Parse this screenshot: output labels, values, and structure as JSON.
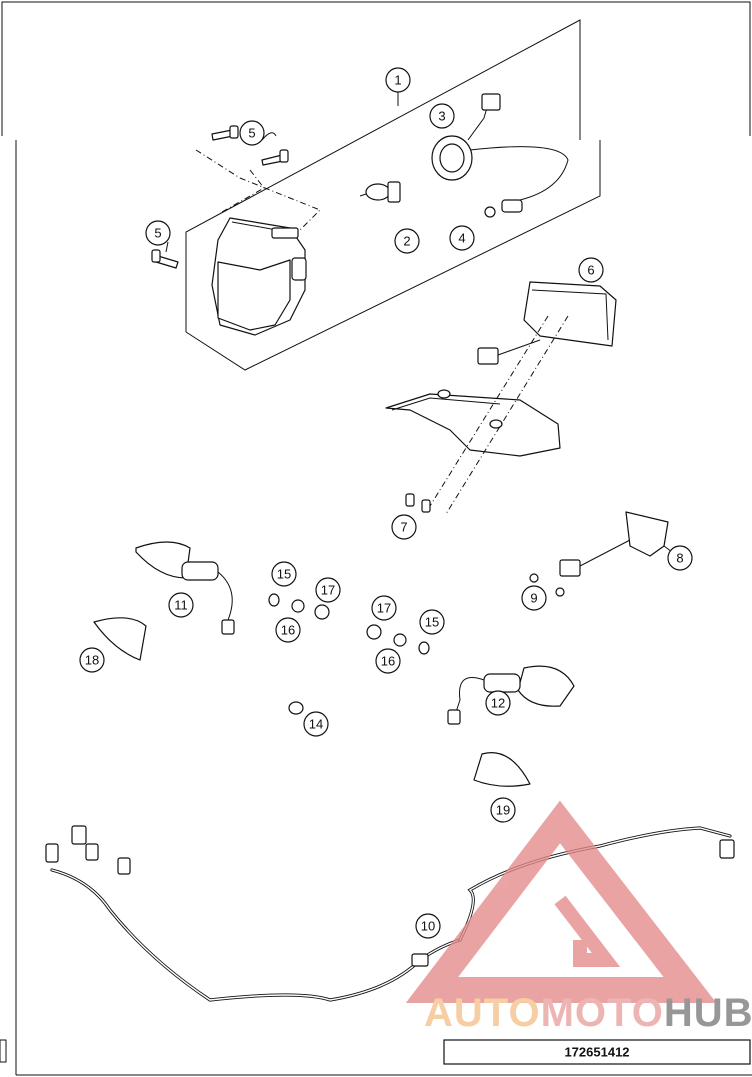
{
  "callouts": [
    {
      "id": "1",
      "label": "1"
    },
    {
      "id": "2",
      "label": "2"
    },
    {
      "id": "3",
      "label": "3"
    },
    {
      "id": "4",
      "label": "4"
    },
    {
      "id": "5a",
      "label": "5"
    },
    {
      "id": "5b",
      "label": "5"
    },
    {
      "id": "6",
      "label": "6"
    },
    {
      "id": "7",
      "label": "7"
    },
    {
      "id": "8",
      "label": "8"
    },
    {
      "id": "9",
      "label": "9"
    },
    {
      "id": "10",
      "label": "10"
    },
    {
      "id": "11",
      "label": "11"
    },
    {
      "id": "12",
      "label": "12"
    },
    {
      "id": "14",
      "label": "14"
    },
    {
      "id": "15a",
      "label": "15"
    },
    {
      "id": "15b",
      "label": "15"
    },
    {
      "id": "16a",
      "label": "16"
    },
    {
      "id": "16b",
      "label": "16"
    },
    {
      "id": "17a",
      "label": "17"
    },
    {
      "id": "17b",
      "label": "17"
    },
    {
      "id": "18",
      "label": "18"
    },
    {
      "id": "19",
      "label": "19"
    }
  ],
  "watermark": {
    "part1": "AUTO",
    "part2": "MOTO",
    "part3": "HUB",
    "color_primary": "#f5c08a",
    "color_accent": "#e8a0a0",
    "color_dark": "#7a7a7a"
  },
  "reference_number": "172651412"
}
